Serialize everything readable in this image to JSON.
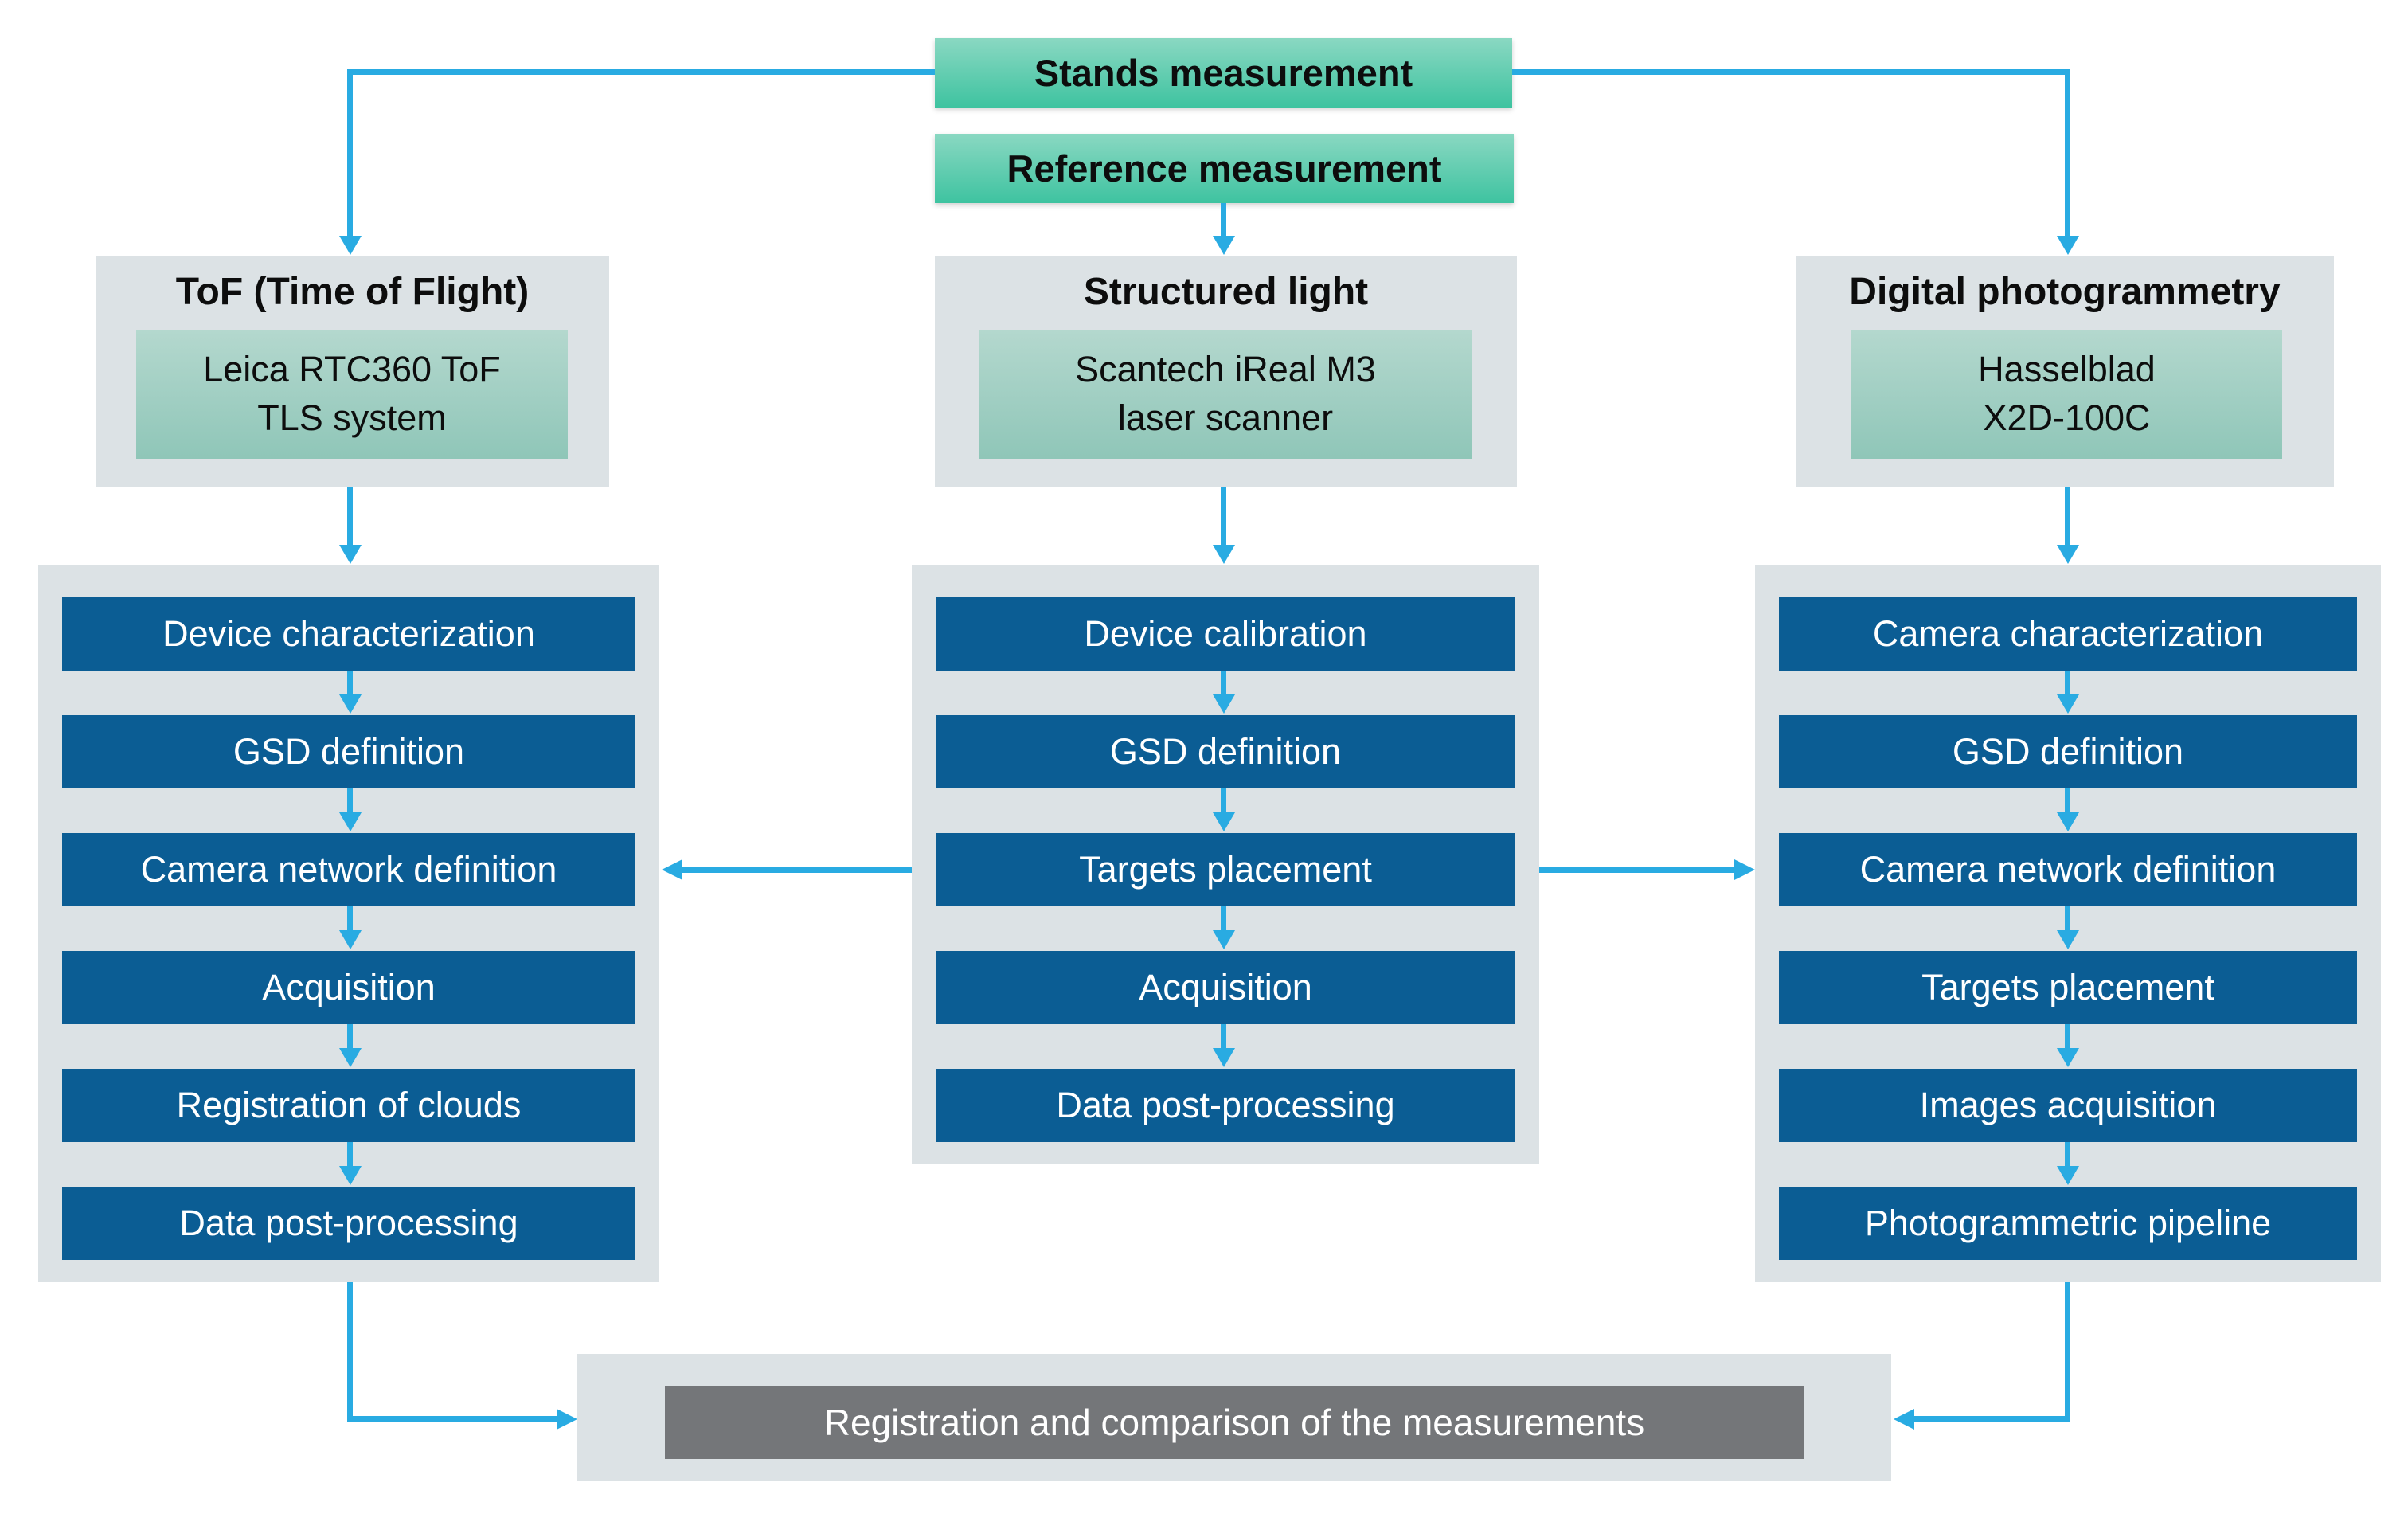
{
  "top": {
    "stands_label": "Stands measurement",
    "reference_label": "Reference measurement"
  },
  "columns": [
    {
      "title": "ToF (Time of Flight)",
      "device_line1": "Leica RTC360 ToF",
      "device_line2": "TLS system",
      "steps": [
        "Device characterization",
        "GSD definition",
        "Camera network definition",
        "Acquisition",
        "Registration of clouds",
        "Data post-processing"
      ]
    },
    {
      "title": "Structured light",
      "device_line1": "Scantech iReal M3",
      "device_line2": "laser scanner",
      "steps": [
        "Device calibration",
        "GSD definition",
        "Targets placement",
        "Acquisition",
        "Data post-processing"
      ]
    },
    {
      "title": "Digital photogrammetry",
      "device_line1": "Hasselblad",
      "device_line2": "X2D-100C",
      "steps": [
        "Camera characterization",
        "GSD definition",
        "Camera network definition",
        "Targets placement",
        "Images acquisition",
        "Photogrammetric pipeline"
      ]
    }
  ],
  "bottom": {
    "result_label": "Registration and comparison of the measurements"
  },
  "colors": {
    "arrow": "#29abe2",
    "step_box": "#0b5d94",
    "panel_gray": "#dce2e5",
    "result_gray": "#747679",
    "measurement_gradient_top": "#8ad8c2",
    "measurement_gradient_bottom": "#3ec3a0",
    "device_gradient_top": "#b4d8ce",
    "device_gradient_bottom": "#8fc6b8"
  }
}
